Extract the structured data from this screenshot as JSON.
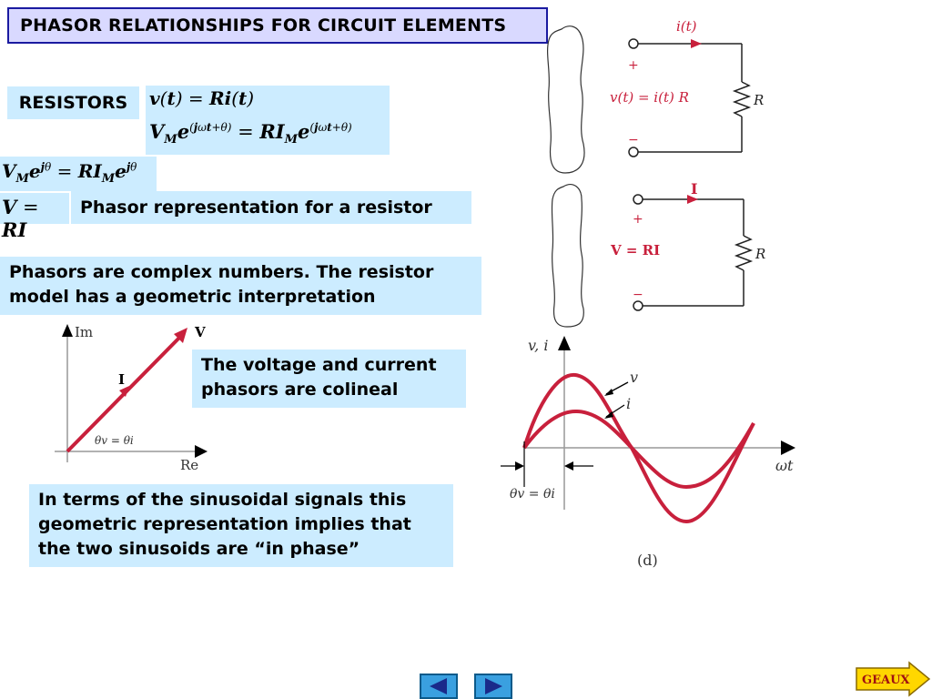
{
  "title": "PHASOR RELATIONSHIPS FOR CIRCUIT ELEMENTS",
  "resistors_label": "RESISTORS",
  "equations": {
    "eq1": "v(t) = Ri(t)",
    "eq2": "V_M e^{(jωt+θ)} = RI_M e^{(jωt+θ)}",
    "eq3": "V_M e^{jθ} = RI_M e^{jθ}",
    "eq4": "V = RI"
  },
  "phasor_caption": "Phasor representation for a resistor",
  "complex_text": "Phasors are complex numbers. The resistor model has a geometric interpretation",
  "colineal_text": "The voltage and current phasors are colineal",
  "inphase_text": "In terms of the sinusoidal signals this geometric representation implies that the two sinusoids are “in phase”",
  "circuit_top": {
    "current_label": "i(t)",
    "plus": "+",
    "minus": "−",
    "relation": "v(t) = i(t) R",
    "resistor": "R"
  },
  "circuit_bottom": {
    "current_label": "I",
    "plus": "+",
    "minus": "−",
    "relation": "V = RI",
    "resistor": "R"
  },
  "phasor_diagram": {
    "im_label": "Im",
    "re_label": "Re",
    "v_label": "V",
    "i_label": "I",
    "theta_label": "θv = θi"
  },
  "waveform": {
    "y_axis_label": "v, i",
    "x_axis_label": "ωt",
    "v_label": "v",
    "i_label": "i",
    "theta_label": "θv = θi",
    "caption": "(d)"
  },
  "nav": {
    "geaux": "GEAUX"
  },
  "colors": {
    "accent_red": "#c8203c",
    "box_cyan": "#ccecff",
    "title_bg": "#d9d9ff",
    "title_border": "#1a1aa0",
    "nav_blue": "#3aa0e0"
  }
}
